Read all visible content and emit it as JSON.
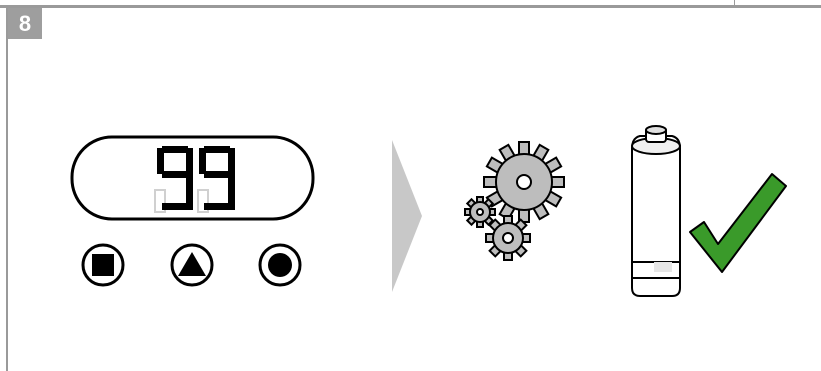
{
  "step": {
    "number": "8"
  },
  "display": {
    "value": "99"
  },
  "controls": [
    {
      "name": "stop-button",
      "symbol": "square"
    },
    {
      "name": "triangle-button",
      "symbol": "triangle"
    },
    {
      "name": "record-button",
      "symbol": "circle"
    }
  ],
  "icons": {
    "process": "gears-icon",
    "cartridge": "battery-cartridge-icon",
    "status": "checkmark-icon"
  },
  "colors": {
    "frame": "#9a9a9a",
    "badge": "#9e9e9e",
    "arrow": "#c8c8c8",
    "gear": "#bdbdbd",
    "check": "#3a9a2a"
  }
}
